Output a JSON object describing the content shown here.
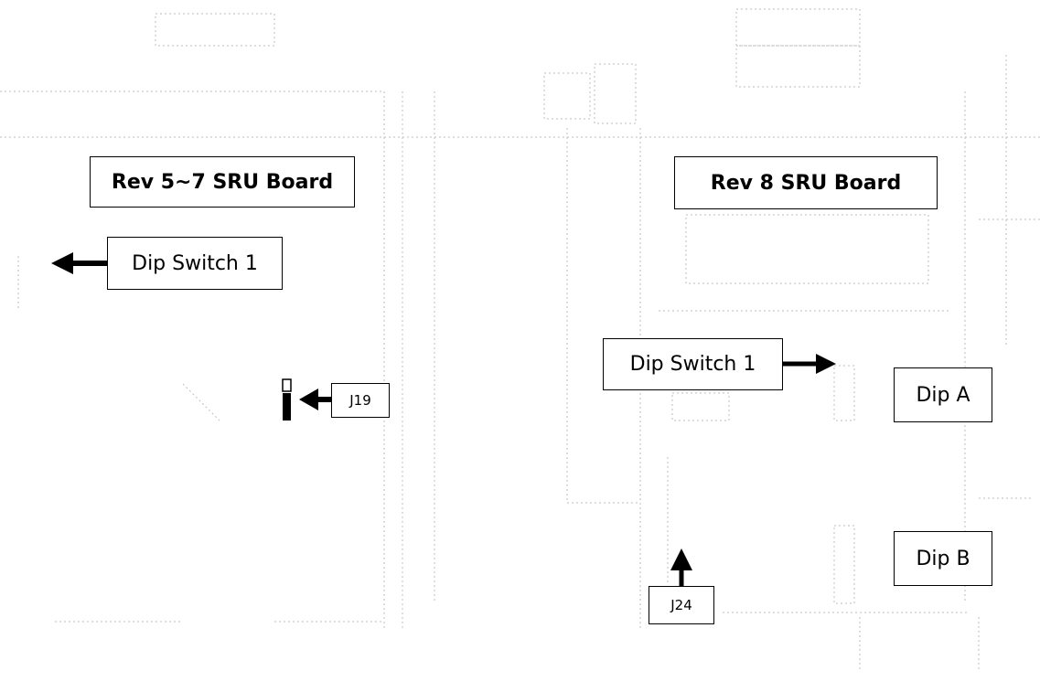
{
  "left_board": {
    "title": "Rev 5~7 SRU Board",
    "dip_switch_label": "Dip Switch 1",
    "jumper_label": "J19"
  },
  "right_board": {
    "title": "Rev 8 SRU Board",
    "dip_switch_label": "Dip Switch 1",
    "dip_a_label": "Dip A",
    "dip_b_label": "Dip B",
    "jumper_label": "J24"
  },
  "colors": {
    "line": "#000000",
    "faint": "#bdbdbd",
    "background": "#ffffff"
  }
}
